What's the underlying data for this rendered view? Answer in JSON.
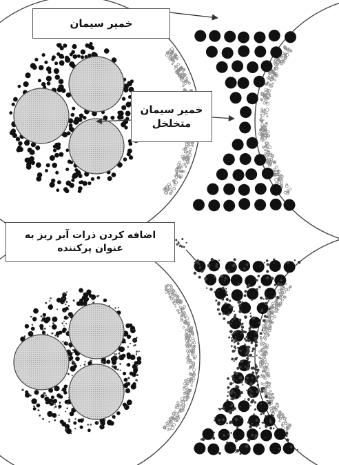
{
  "labels": {
    "cement_paste": "خمیر سیمان",
    "porous_cement_paste": [
      "خمیر سیمان",
      "متخلخل"
    ],
    "filler_particles": [
      "اضافه کردن ذرات آبر ریز به",
      "عنوان پرکننده"
    ]
  },
  "colors": {
    "aggregate_fill": "#d4d4d4",
    "aggregate_hatch": "#a8a8a8",
    "outline": "#444444",
    "cement_particle": "#111111",
    "fine_dots": "#3a3a3a",
    "speckle": "#8a8a8a"
  }
}
